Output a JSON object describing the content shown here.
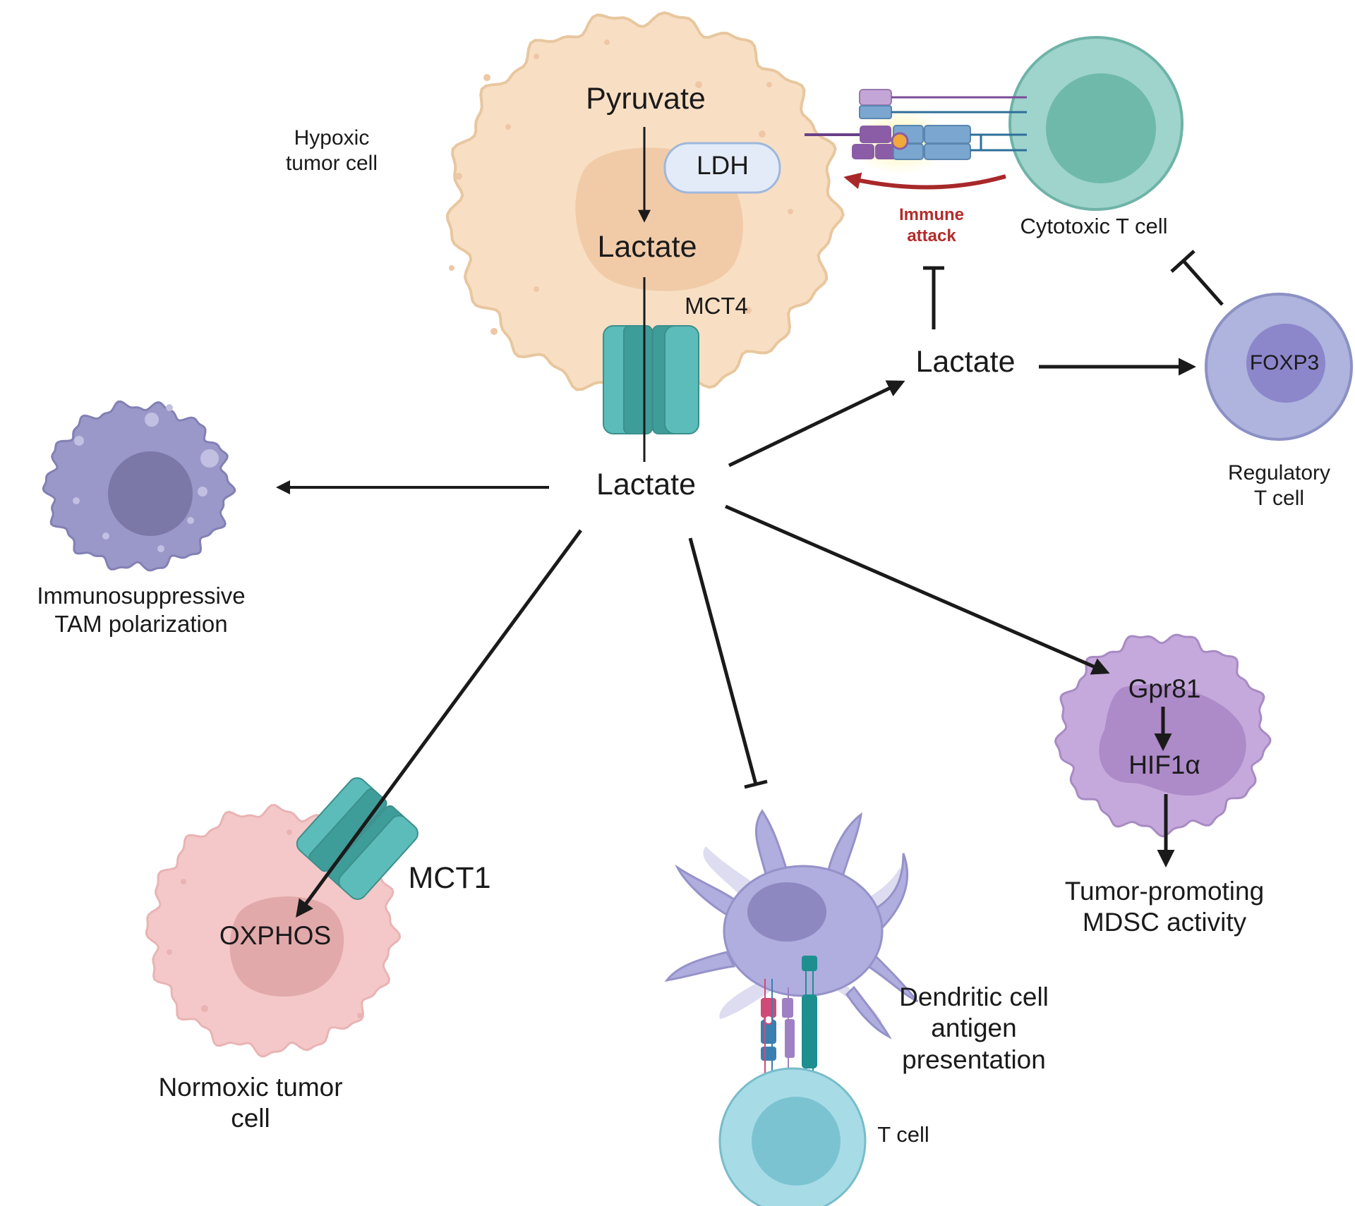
{
  "labels": {
    "pyruvate": "Pyruvate",
    "ldh": "LDH",
    "lactate_intracellular": "Lactate",
    "mct4": "MCT4",
    "hypoxic_tumor_cell": "Hypoxic\ntumor cell",
    "lactate_center": "Lactate",
    "lactate_upper": "Lactate",
    "immune_attack": "Immune\nattack",
    "cytotoxic_t_cell": "Cytotoxic T cell",
    "foxp3": "FOXP3",
    "regulatory_t_cell": "Regulatory\nT cell",
    "tam": "Immunosuppressive\nTAM polarization",
    "mct1": "MCT1",
    "oxphos": "OXPHOS",
    "normoxic_tumor_cell": "Normoxic tumor\ncell",
    "dendritic_cell": "Dendritic cell\nantigen\npresentation",
    "t_cell": "T cell",
    "gpr81": "Gpr81",
    "hif1a": "HIF1α",
    "mdsc": "Tumor-promoting\nMDSC activity"
  },
  "colors": {
    "hypoxic_cell": "#f8dfc4",
    "transporter": "#5cbcb9",
    "cytotoxic_t_cell": "#7ec4b8",
    "regulatory_t_cell": "#aeb4dd",
    "macrophage": "#9a98c8",
    "normoxic_cell": "#f4c8c8",
    "dendritic_cell": "#b0addf",
    "mdsc": "#c5a9dc",
    "arrow": "#1a1a1a",
    "immune_attack": "#a8282a"
  }
}
